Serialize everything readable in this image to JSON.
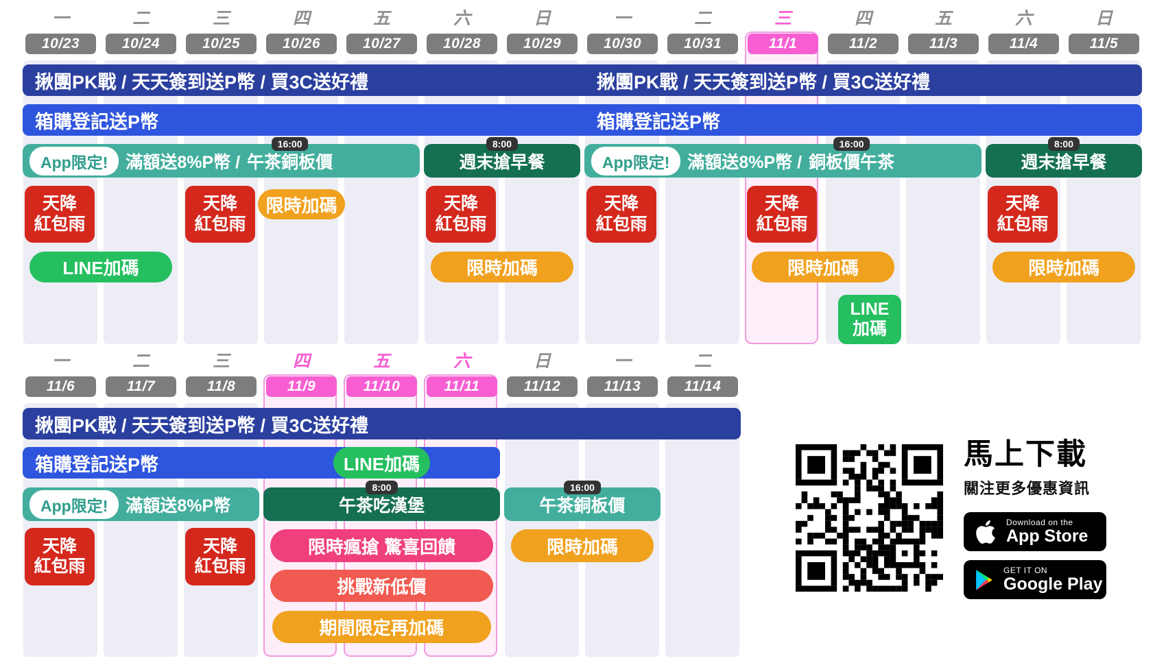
{
  "colors": {
    "navy": "#2b3f9f",
    "blue": "#2e55dd",
    "teal": "#43ae9d",
    "forest": "#156f52",
    "red": "#d5281d",
    "orange": "#f0a11e",
    "green": "#25bf60",
    "pink": "#ef3f7c",
    "salmon": "#f15a50",
    "stripe": "#ecedf5",
    "hl_fill": "#fdeefa",
    "hl_border": "#f29ade",
    "date_gray": "#7d7d7d",
    "date_pink": "#f75ed2",
    "week_gray": "#8f8f8f",
    "week_pink": "#f75ed2",
    "tag": "#333333",
    "pill_text": "#2f9d8c"
  },
  "calendar1": {
    "columns": [
      {
        "weekday": "一",
        "date": "10/23"
      },
      {
        "weekday": "二",
        "date": "10/24"
      },
      {
        "weekday": "三",
        "date": "10/25"
      },
      {
        "weekday": "四",
        "date": "10/26"
      },
      {
        "weekday": "五",
        "date": "10/27"
      },
      {
        "weekday": "六",
        "date": "10/28"
      },
      {
        "weekday": "日",
        "date": "10/29"
      },
      {
        "weekday": "一",
        "date": "10/30"
      },
      {
        "weekday": "二",
        "date": "10/31"
      },
      {
        "weekday": "三",
        "date": "11/1",
        "highlight": true
      },
      {
        "weekday": "四",
        "date": "11/2"
      },
      {
        "weekday": "五",
        "date": "11/3"
      },
      {
        "weekday": "六",
        "date": "11/4"
      },
      {
        "weekday": "日",
        "date": "11/5"
      }
    ],
    "events": [
      {
        "name": "group-pk-signin-3c-bar",
        "type": "bar",
        "cls": "navy",
        "row": "r1",
        "col": 0,
        "span": 14,
        "labels": [
          {
            "text": "揪團PK戰 / 天天簽到送P幣 / 買3C送好禮",
            "at": 0
          },
          {
            "text": "揪團PK戰 / 天天簽到送P幣 / 買3C送好禮",
            "at": 7
          }
        ]
      },
      {
        "name": "box-purchase-pcoin-bar",
        "type": "bar",
        "cls": "blue",
        "row": "r2",
        "col": 0,
        "span": 14,
        "labels": [
          {
            "text": "箱購登記送P幣",
            "at": 0
          },
          {
            "text": "箱購登記送P幣",
            "at": 7
          }
        ]
      },
      {
        "name": "app-exclusive-promo-bar",
        "type": "promo",
        "cls": "teal",
        "row": "r3",
        "col": 0,
        "span": 5,
        "pill": "App限定!",
        "pre": "滿額送8%P幣 /",
        "time": "16:00",
        "timed": "午茶銅板價"
      },
      {
        "name": "weekend-breakfast-bar",
        "type": "promo",
        "cls": "forest",
        "row": "r3",
        "col": 5,
        "span": 2,
        "time": "8:00",
        "timed": "週末搶早餐",
        "center": true
      },
      {
        "name": "app-exclusive-promo-bar",
        "type": "promo",
        "cls": "teal",
        "row": "r3",
        "col": 7,
        "span": 5,
        "pill": "App限定!",
        "pre": "滿額送8%P幣 /",
        "time": "16:00",
        "timed": "銅板價午茶"
      },
      {
        "name": "weekend-breakfast-bar",
        "type": "promo",
        "cls": "forest",
        "row": "r3",
        "col": 12,
        "span": 2,
        "time": "8:00",
        "timed": "週末搶早餐",
        "center": true
      },
      {
        "name": "red-envelope-rain-badge",
        "type": "badge2",
        "cls": "red",
        "row": "r4",
        "col": 0,
        "lines": [
          "天降",
          "紅包雨"
        ]
      },
      {
        "name": "red-envelope-rain-badge",
        "type": "badge2",
        "cls": "red",
        "row": "r4",
        "col": 2,
        "lines": [
          "天降",
          "紅包雨"
        ]
      },
      {
        "name": "limited-time-bonus-pill",
        "type": "pill",
        "cls": "orange",
        "row": "r4p",
        "col": 3,
        "span": 1,
        "text": "限時加碼"
      },
      {
        "name": "red-envelope-rain-badge",
        "type": "badge2",
        "cls": "red",
        "row": "r4",
        "col": 5,
        "lines": [
          "天降",
          "紅包雨"
        ]
      },
      {
        "name": "red-envelope-rain-badge",
        "type": "badge2",
        "cls": "red",
        "row": "r4",
        "col": 7,
        "lines": [
          "天降",
          "紅包雨"
        ]
      },
      {
        "name": "red-envelope-rain-badge",
        "type": "badge2",
        "cls": "red",
        "row": "r4",
        "col": 9,
        "lines": [
          "天降",
          "紅包雨"
        ]
      },
      {
        "name": "red-envelope-rain-badge",
        "type": "badge2",
        "cls": "red",
        "row": "r4",
        "col": 12,
        "lines": [
          "天降",
          "紅包雨"
        ]
      },
      {
        "name": "line-bonus-pill",
        "type": "pill",
        "cls": "green",
        "row": "r5",
        "col": 0,
        "span": 2,
        "text": "LINE加碼"
      },
      {
        "name": "limited-time-bonus-pill",
        "type": "pill",
        "cls": "orange",
        "row": "r5",
        "col": 5,
        "span": 2,
        "text": "限時加碼"
      },
      {
        "name": "limited-time-bonus-pill",
        "type": "pill",
        "cls": "orange",
        "row": "r5",
        "col": 9,
        "span": 2,
        "text": "限時加碼"
      },
      {
        "name": "limited-time-bonus-pill",
        "type": "pill",
        "cls": "orange",
        "row": "r5",
        "col": 12,
        "span": 2,
        "text": "限時加碼"
      },
      {
        "name": "line-bonus-badge",
        "type": "badge2",
        "cls": "green",
        "row": "r6",
        "col": 10,
        "lines": [
          "LINE",
          "加碼"
        ],
        "narrow": true
      }
    ]
  },
  "calendar2": {
    "columns": [
      {
        "weekday": "一",
        "date": "11/6"
      },
      {
        "weekday": "二",
        "date": "11/7"
      },
      {
        "weekday": "三",
        "date": "11/8"
      },
      {
        "weekday": "四",
        "date": "11/9",
        "highlight": true
      },
      {
        "weekday": "五",
        "date": "11/10",
        "highlight": true
      },
      {
        "weekday": "六",
        "date": "11/11",
        "highlight": true
      },
      {
        "weekday": "日",
        "date": "11/12"
      },
      {
        "weekday": "一",
        "date": "11/13"
      },
      {
        "weekday": "二",
        "date": "11/14"
      }
    ],
    "events": [
      {
        "name": "group-pk-signin-3c-bar",
        "type": "bar",
        "cls": "navy",
        "row": "r1",
        "col": 0,
        "span": 9,
        "labels": [
          {
            "text": "揪團PK戰 / 天天簽到送P幣 / 買3C送好禮",
            "at": 0
          }
        ]
      },
      {
        "name": "box-purchase-pcoin-bar",
        "type": "bar",
        "cls": "blue",
        "row": "r2",
        "col": 0,
        "span": 6,
        "labels": [
          {
            "text": "箱購登記送P幣",
            "at": 0
          }
        ]
      },
      {
        "name": "line-bonus-pill",
        "type": "pill",
        "cls": "green",
        "row": "r2",
        "col": 3.9,
        "span": 1.2,
        "text": "LINE加碼",
        "overlay": true
      },
      {
        "name": "app-exclusive-promo-bar",
        "type": "promo",
        "cls": "teal",
        "row": "r3",
        "col": 0,
        "span": 3,
        "pill": "App限定!",
        "pre": "滿額送8%P幣"
      },
      {
        "name": "afternoon-burger-bar",
        "type": "promo",
        "cls": "forest",
        "row": "r3",
        "col": 3,
        "span": 3,
        "time": "8:00",
        "timed": "午茶吃漢堡",
        "center": true
      },
      {
        "name": "afternoon-copper-price-bar",
        "type": "promo",
        "cls": "teal",
        "row": "r3",
        "col": 6,
        "span": 2,
        "time": "16:00",
        "timed": "午茶銅板價",
        "center": true
      },
      {
        "name": "red-envelope-rain-badge",
        "type": "badge2",
        "cls": "red",
        "row": "r4",
        "col": 0,
        "lines": [
          "天降",
          "紅包雨"
        ]
      },
      {
        "name": "red-envelope-rain-badge",
        "type": "badge2",
        "cls": "red",
        "row": "r4",
        "col": 2,
        "lines": [
          "天降",
          "紅包雨"
        ]
      },
      {
        "name": "flash-sale-surprise-bar",
        "type": "pill",
        "cls": "pink",
        "row": "r4p",
        "col": 3,
        "span": 3,
        "text": "限時瘋搶 驚喜回饋"
      },
      {
        "name": "limited-time-bonus-pill",
        "type": "pill",
        "cls": "orange",
        "row": "r4p",
        "col": 6,
        "span": 2,
        "text": "限時加碼"
      },
      {
        "name": "new-low-price-bar",
        "type": "pill",
        "cls": "salmon",
        "row": "r5",
        "col": 3,
        "span": 3,
        "text": "挑戰新低價"
      },
      {
        "name": "period-extra-bonus-bar",
        "type": "pill",
        "cls": "orange",
        "row": "r6",
        "col": 3,
        "span": 3,
        "text": "期間限定再加碼",
        "inset": 16
      }
    ]
  },
  "download": {
    "title": "馬上下載",
    "subtitle": "關注更多優惠資訊",
    "app_store": {
      "pre": "Download on the",
      "name": "App Store"
    },
    "google_play": {
      "pre": "GET IT ON",
      "name": "Google Play"
    }
  }
}
